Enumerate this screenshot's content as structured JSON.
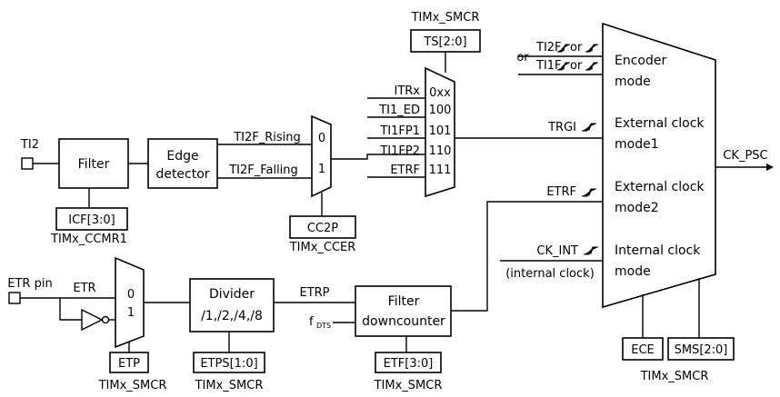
{
  "registers": {
    "ts_reg": "TIMx_SMCR",
    "ts_field": "TS[2:0]",
    "icf_field": "ICF[3:0]",
    "icf_reg": "TIMx_CCMR1",
    "cc2p_field": "CC2P",
    "cc2p_reg": "TIMx_CCER",
    "etp_field": "ETP",
    "etp_reg": "TIMx_SMCR",
    "etps_field": "ETPS[1:0]",
    "etps_reg": "TIMx_SMCR",
    "etf_field": "ETF[3:0]",
    "etf_reg": "TIMx_SMCR",
    "ece_field": "ECE",
    "sms_field": "SMS[2:0]",
    "smcr_reg": "TIMx_SMCR"
  },
  "blocks": {
    "filter": "Filter",
    "edge_line1": "Edge",
    "edge_line2": "detector",
    "divider_line1": "Divider",
    "divider_line2": "/1,/2,/4,/8",
    "fdc_line1": "Filter",
    "fdc_line2": "downcounter"
  },
  "signals": {
    "ti2": "TI2",
    "ti2f_rising": "TI2F_Rising",
    "ti2f_falling": "TI2F_Falling",
    "etr_pin": "ETR pin",
    "etr": "ETR",
    "etrp": "ETRP",
    "fdts_main": "f",
    "fdts_sub": "DTS",
    "trgi": "TRGI",
    "etrf": "ETRF",
    "ck_int": "CK_INT",
    "internal_clock": "(internal clock)",
    "ck_psc": "CK_PSC",
    "ti2f_or": "TI2F",
    "ti1f_or": "TI1F",
    "or_word": "or"
  },
  "mux_cc2p": {
    "in0": "0",
    "in1": "1"
  },
  "mux_etp": {
    "in0": "0",
    "in1": "1"
  },
  "ts_mux": {
    "inputs": [
      {
        "label": "ITRx",
        "code": "0xx"
      },
      {
        "label": "TI1_ED",
        "code": "100"
      },
      {
        "label": "TI1FP1",
        "code": "101"
      },
      {
        "label": "TI1FP2",
        "code": "110"
      },
      {
        "label": "ETRF",
        "code": "111"
      }
    ]
  },
  "modes": [
    {
      "line1": "Encoder",
      "line2": "mode"
    },
    {
      "line1": "External clock",
      "line2": "mode1"
    },
    {
      "line1": "External clock",
      "line2": "mode2"
    },
    {
      "line1": "Internal clock",
      "line2": "mode"
    }
  ]
}
